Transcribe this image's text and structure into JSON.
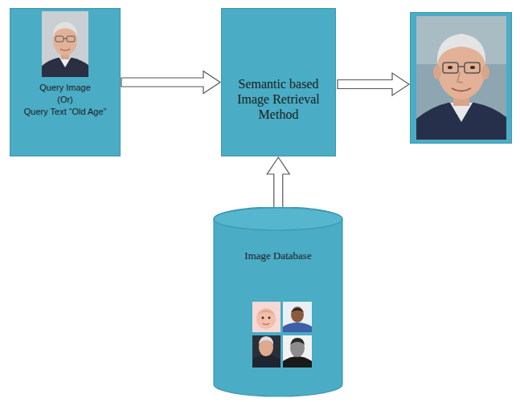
{
  "diagram": {
    "nodes": [
      {
        "text": [
          "Query Image",
          "(Or)",
          "Query Text “Old Age”"
        ]
      },
      {
        "text": [
          "Semantic based Image Retrieval Method"
        ]
      },
      {
        "text": [
          "Image Database"
        ]
      }
    ],
    "edges": [
      {
        "from": 0,
        "to": 1,
        "arrow": "to"
      },
      {
        "from": 2,
        "to": 1,
        "arrow": "to"
      }
    ]
  }
}
